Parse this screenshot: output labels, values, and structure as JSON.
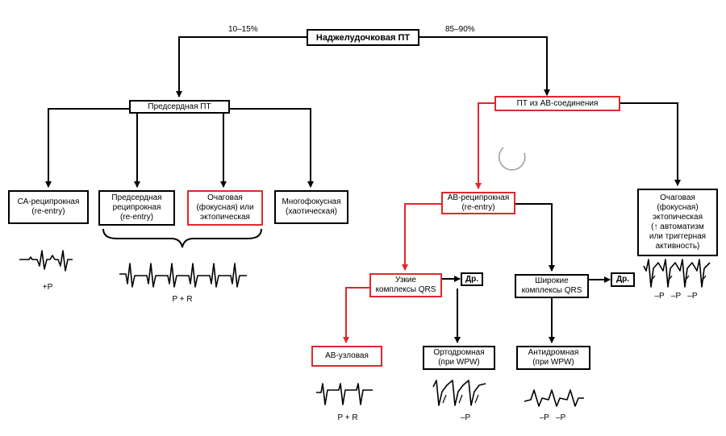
{
  "nodes": {
    "root": "Наджелудочковая ПТ",
    "atrial": "Предсердная ПТ",
    "av_junction": "ПТ из АВ-соединения",
    "sa_reentry": "СА-реципрокная\n(re-entry)",
    "atrial_reentry": "Предсердная\nреципрокная\n(re-entry)",
    "focal_atrial": "Очаговая\n(фокусная) или\nэктопическая",
    "multifocal": "Многофокусная\n(хаотическая)",
    "av_reentry": "АВ-реципрокная\n(re-entry)",
    "focal_junction": "Очаговая\n(фокусная)\nэктопическая\n(↑ автоматизм\nили триггерная\nактивность)",
    "narrow_qrs": "Узкие\nкомплексы QRS",
    "wide_qrs": "Широкие\nкомплексы QRS",
    "dp1": "Др.",
    "dp2": "Др.",
    "av_nodal": "АВ-узловая",
    "orthodromic": "Ортодромная\n(при WPW)",
    "antidromic": "Антидромная\n(при WPW)"
  },
  "percentages": {
    "left": "10–15%",
    "right": "85–90%"
  },
  "ecg_labels": {
    "sa": "+P",
    "atrial": "P + R",
    "focal": "–P   –P   –P",
    "av_nodal": "P + R",
    "orthodromic": "–P",
    "antidromic": "–P   –P"
  },
  "colors": {
    "line": "#000000",
    "highlight": "#e0282c"
  }
}
